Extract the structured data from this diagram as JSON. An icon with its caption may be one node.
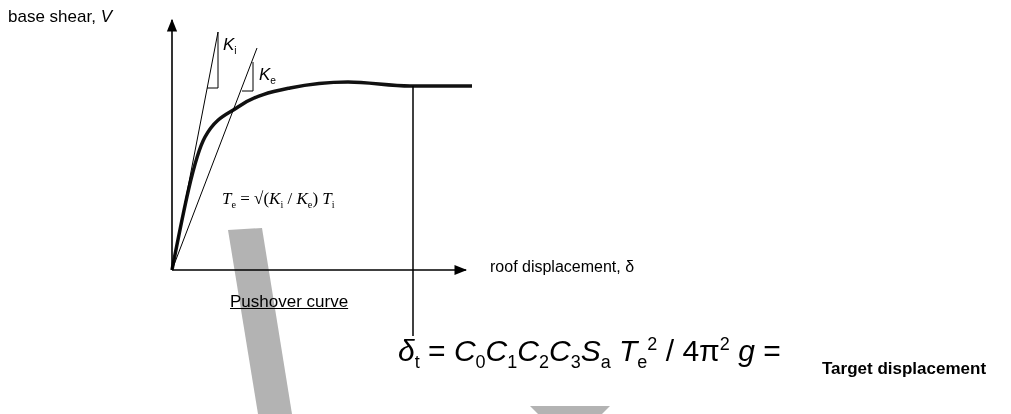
{
  "diagram": {
    "nodes": [
      {
        "text": [
          "*δ*$_{t}$ = *C*$_{0}$*C*$_{1}$*C*$_{2}$*C*$_{3}$*S*$_{a}$ *T*$_{e}$$^{2}$ / 4π$^{2}$ *g* ="
        ]
      },
      {
        "text": [],
        "shape": "curve"
      },
      {
        "text": [],
        "shape": "bar"
      },
      {
        "text": [],
        "shape": "bar"
      }
    ],
    "edges": [
      {
        "from": 0,
        "to": 1,
        "arrow": "none"
      }
    ],
    "labels": [
      "base shear, *V*",
      "*K*$_{i}$",
      "*K*$_{e}$",
      "*T*$_{e}$ = √(*K*$_{i}$ / *K*$_{e}$) *T*$_{i}$",
      "roof displacement, δ",
      "Pushover curve",
      "Target displacement"
    ]
  }
}
